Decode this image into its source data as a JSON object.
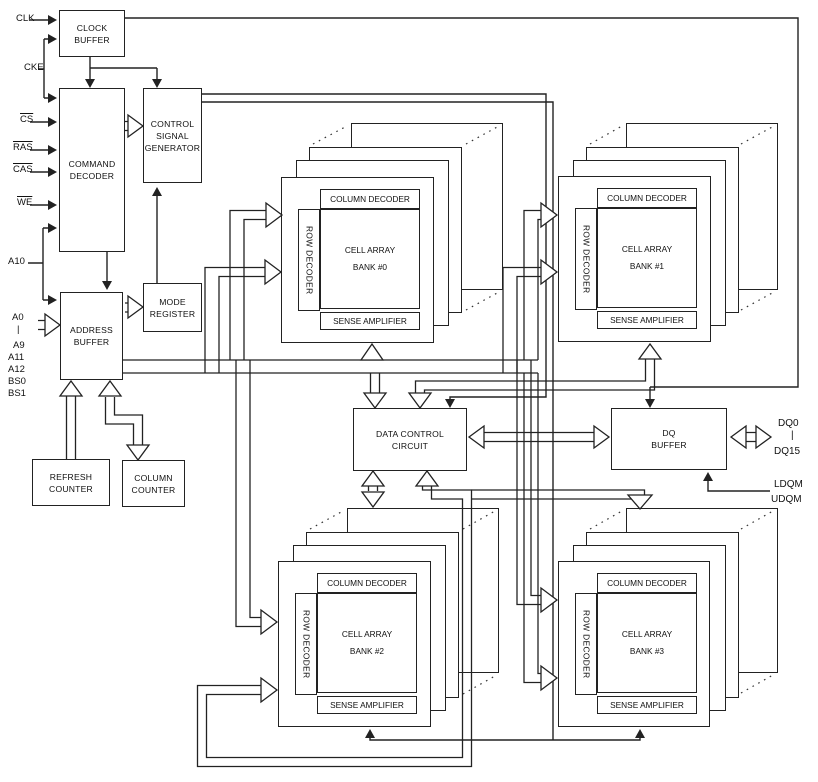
{
  "colors": {
    "line": "#222222",
    "bg": "#ffffff"
  },
  "pins": {
    "clk": "CLK",
    "cke": "CKE",
    "cs": "CS",
    "ras": "RAS",
    "cas": "CAS",
    "we": "WE",
    "a10": "A10",
    "a0": "A0",
    "sep": "|",
    "a9": "A9",
    "a11": "A11",
    "a12": "A12",
    "bs0": "BS0",
    "bs1": "BS1"
  },
  "blocks": {
    "clock_buffer": {
      "label": "CLOCK\nBUFFER"
    },
    "command_decoder": {
      "label": "COMMAND\nDECODER"
    },
    "control_signal_generator": {
      "label": "CONTROL\nSIGNAL\nGENERATOR"
    },
    "mode_register": {
      "label": "MODE\nREGISTER"
    },
    "address_buffer": {
      "label": "ADDRESS\nBUFFER"
    },
    "refresh_counter": {
      "label": "REFRESH\nCOUNTER"
    },
    "column_counter": {
      "label": "COLUMN\nCOUNTER"
    },
    "data_control_circuit": {
      "label": "DATA CONTROL\nCIRCUIT"
    },
    "dq_buffer": {
      "label": "DQ\nBUFFER"
    }
  },
  "bank_shared": {
    "column_decoder": "COLUMN DECODER",
    "row_decoder": "ROW DECODER",
    "sense_amplifier": "SENSE AMPLIFIER"
  },
  "banks": [
    {
      "cell": "CELL ARRAY\nBANK #0"
    },
    {
      "cell": "CELL ARRAY\nBANK #1"
    },
    {
      "cell": "CELL ARRAY\nBANK #2"
    },
    {
      "cell": "CELL ARRAY\nBANK #3"
    }
  ],
  "io": {
    "dq0": "DQ0",
    "sep": "|",
    "dq15": "DQ15",
    "ldqm": "LDQM",
    "udqm": "UDQM"
  }
}
